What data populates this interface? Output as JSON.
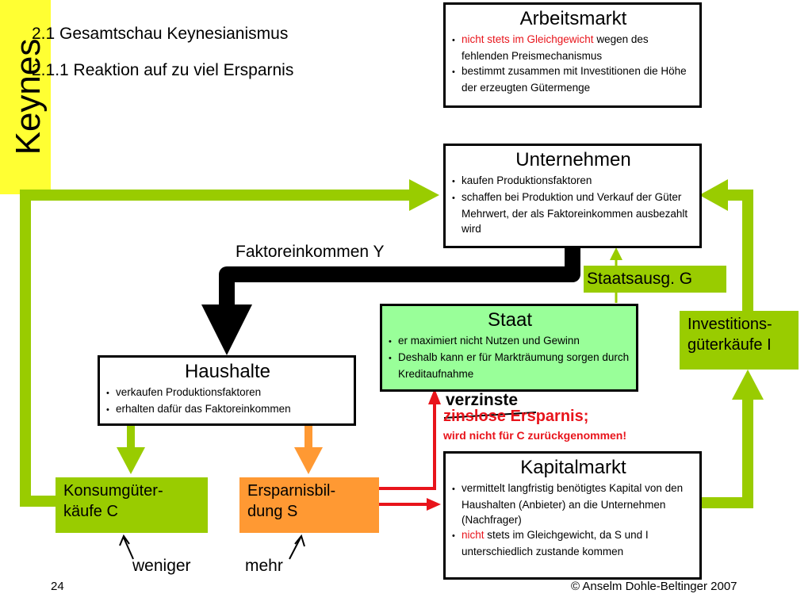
{
  "brand": "Keynes",
  "headings": {
    "h1": "2.1 Gesamtschau Keynesianismus",
    "h2": "2.1.1 Reaktion auf zu viel Ersparnis"
  },
  "boxes": {
    "arbeitsmarkt": {
      "title": "Arbeitsmarkt",
      "items": [
        {
          "red": "nicht stets im Gleichgewicht",
          "text": " wegen des fehlenden Preismechanismus"
        },
        {
          "red": "",
          "text": "bestimmt zusammen mit Investitionen die Höhe der erzeugten Gütermenge"
        }
      ]
    },
    "unternehmen": {
      "title": "Unternehmen",
      "items": [
        {
          "red": "",
          "text": "kaufen Produktionsfaktoren"
        },
        {
          "red": "",
          "text": "schaffen bei Produktion und Verkauf der Güter Mehrwert, der als Faktoreinkommen ausbezahlt wird"
        }
      ]
    },
    "staat": {
      "title": "Staat",
      "items": [
        {
          "red": "",
          "text": "er maximiert nicht Nutzen und Gewinn"
        },
        {
          "red": "",
          "text": "Deshalb kann er für Markträumung sorgen durch Kreditaufnahme"
        }
      ]
    },
    "haushalte": {
      "title": "Haushalte",
      "items": [
        {
          "red": "",
          "text": "verkaufen Produktionsfaktoren"
        },
        {
          "red": "",
          "text": "erhalten dafür das Faktoreinkommen"
        }
      ]
    },
    "kapitalmarkt": {
      "title": "Kapitalmarkt",
      "items": [
        {
          "red": "",
          "text": "vermittelt langfristig benötigtes Kapital von den Haushalten (Anbieter) an die Unternehmen (Nachfrager)"
        },
        {
          "red": "nicht",
          "text": " stets im Gleichgewicht, da S und I unterschiedlich zustande kommen"
        }
      ]
    }
  },
  "flows": {
    "faktoreinkommen": "Faktoreinkommen Y",
    "staatsausgaben": "Staatsausg. G",
    "investitionen": "Investitions-\ngüterkäufe I",
    "konsum": "Konsumgüter-\nkäufe C",
    "ersparnis": "Ersparnisbil-\ndung S",
    "verzinste": "verzinste",
    "zinslose": "zinslose Ersparnis;",
    "nicht_zurueck": "wird nicht für C zurückgenommen!",
    "weniger": "weniger",
    "mehr": "mehr"
  },
  "footer": {
    "page": "24",
    "copyright": "© Anselm Dohle-Beltinger 2007"
  },
  "colors": {
    "green": "#99cc00",
    "orange": "#ff9933",
    "staat_fill": "#99ff99",
    "red": "#e8141b",
    "yellow": "#ffff33"
  }
}
